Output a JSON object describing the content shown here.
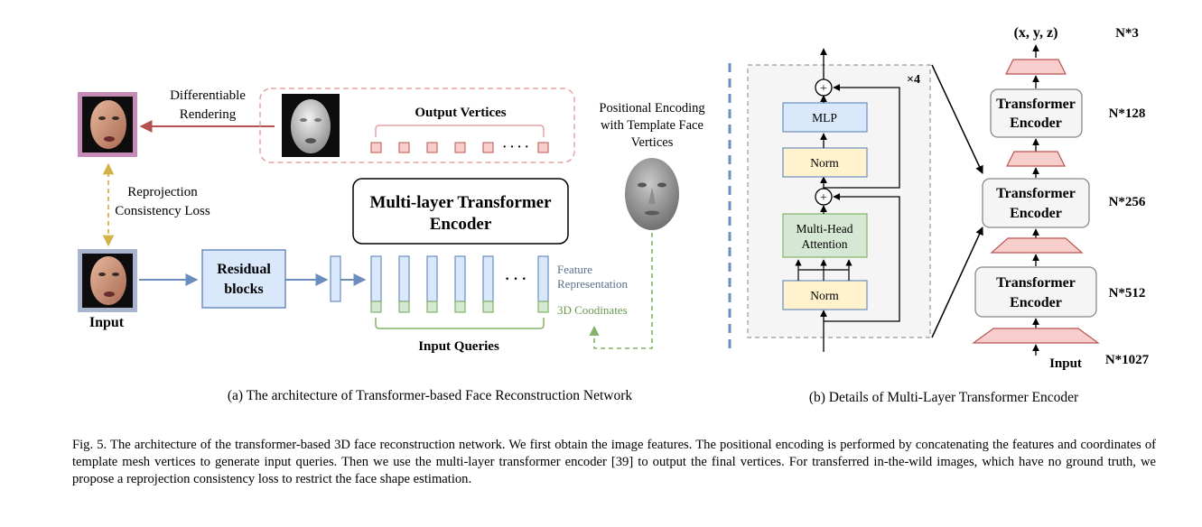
{
  "panel_a": {
    "label_differentiable": "Differentiable",
    "label_rendering": "Rendering",
    "output_vertices": "Output Vertices",
    "dots": "· · · ·",
    "reprojection_1": "Reprojection",
    "reprojection_2": "Consistency Loss",
    "encoder_title_1": "Multi-layer Transformer",
    "encoder_title_2": "Encoder",
    "residual_1": "Residual",
    "residual_2": "blocks",
    "input_label": "Input",
    "queries_dots": "· · ·",
    "feature_rep_1": "Feature",
    "feature_rep_2": "Representation",
    "coords_label": "3D Coodinates",
    "input_queries": "Input Queries",
    "pos_enc_1": "Positional Encoding",
    "pos_enc_2": "with Template Face",
    "pos_enc_3": "Vertices",
    "subcaption": "(a) The architecture of Transformer-based Face Reconstruction Network"
  },
  "panel_b": {
    "times4": "×4",
    "plus": "+",
    "mlp": "MLP",
    "norm_top": "Norm",
    "mha_1": "Multi-Head",
    "mha_2": "Attention",
    "norm_bottom": "Norm",
    "out_label": "(x, y, z)",
    "te_line1": "Transformer",
    "te_line2": "Encoder",
    "input_label": "Input",
    "dims": [
      "N*3",
      "N*128",
      "N*256",
      "N*512",
      "N*1027"
    ],
    "subcaption": "(b) Details of Multi-Layer Transformer Encoder"
  },
  "caption": "Fig. 5.  The architecture of the transformer-based 3D face reconstruction network. We first obtain the image features. The positional encoding is performed by concatenating the features and coordinates of template mesh vertices to generate input queries. Then we use the multi-layer transformer encoder [39] to output the final vertices. For transferred in-the-wild images, which have no ground truth, we propose a reprojection consistency loss to restrict the face shape estimation.",
  "colors": {
    "pink_frame": "#c58bb4",
    "blue_frame": "#a9b4cf",
    "red_arrow": "#b5514f",
    "yellow_dash": "#d4b34a",
    "blue_arrow": "#6c8ebf",
    "green": "#82b366",
    "query_fill": "#dae8fc",
    "coord_fill": "#d5e8d4",
    "out_fill": "#f8cecc",
    "norm_fill": "#fff2cc",
    "encoder_fill": "#f5f5f5"
  }
}
